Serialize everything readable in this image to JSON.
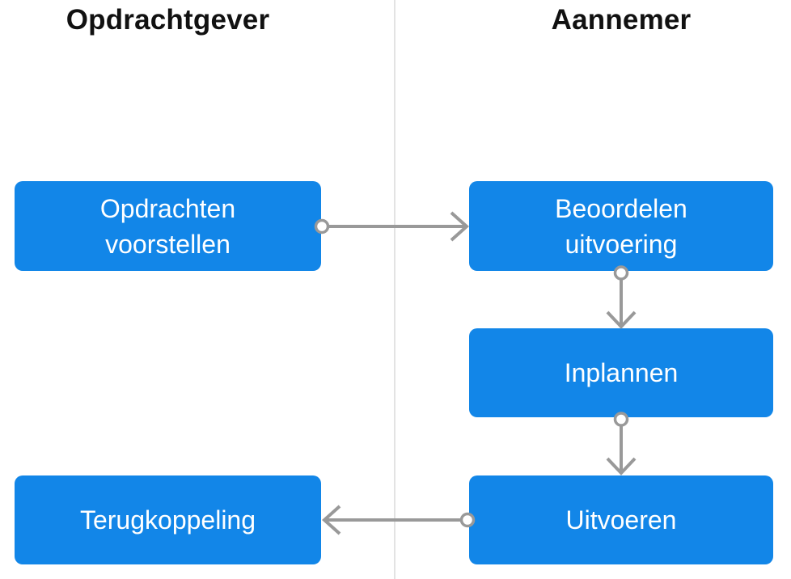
{
  "diagram": {
    "lanes": [
      {
        "id": "opdrachtgever",
        "title": "Opdrachtgever"
      },
      {
        "id": "aannemer",
        "title": "Aannemer"
      }
    ],
    "nodes": [
      {
        "id": "opdrachten-voorstellen",
        "lane": "opdrachtgever",
        "label": "Opdrachten\nvoorstellen"
      },
      {
        "id": "beoordelen-uitvoering",
        "lane": "aannemer",
        "label": "Beoordelen\nuitvoering"
      },
      {
        "id": "inplannen",
        "lane": "aannemer",
        "label": "Inplannen"
      },
      {
        "id": "uitvoeren",
        "lane": "aannemer",
        "label": "Uitvoeren"
      },
      {
        "id": "terugkoppeling",
        "lane": "opdrachtgever",
        "label": "Terugkoppeling"
      }
    ],
    "edges": [
      {
        "from": "opdrachten-voorstellen",
        "to": "beoordelen-uitvoering",
        "direction": "right"
      },
      {
        "from": "beoordelen-uitvoering",
        "to": "inplannen",
        "direction": "down"
      },
      {
        "from": "inplannen",
        "to": "uitvoeren",
        "direction": "down"
      },
      {
        "from": "uitvoeren",
        "to": "terugkoppeling",
        "direction": "left"
      }
    ],
    "colors": {
      "node_fill": "#1286e8",
      "node_text": "#ffffff",
      "connector": "#999999",
      "lane_divider": "#e3e3e3",
      "header_text": "#111111",
      "background": "#ffffff"
    }
  }
}
